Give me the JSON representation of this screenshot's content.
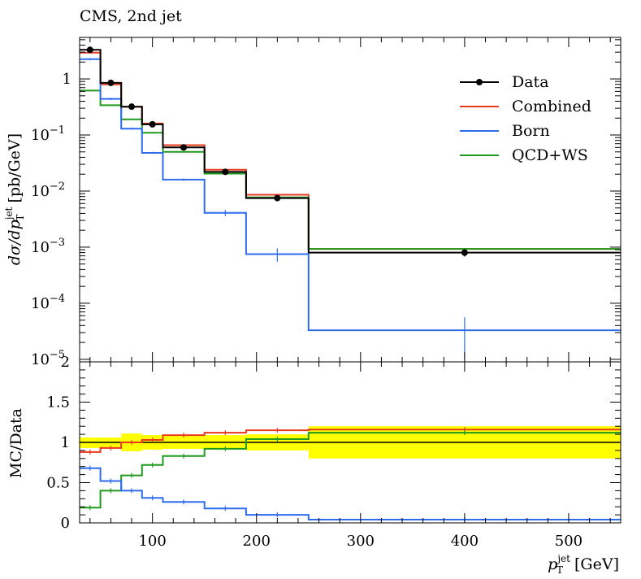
{
  "title": "CMS, 2nd jet",
  "colors": {
    "data": "#000000",
    "combined": "#e8391d",
    "born": "#2d6cf0",
    "qcdws": "#1f9a1f",
    "band": "#ffff00"
  },
  "chart_data": [
    {
      "type": "line",
      "panel": "main",
      "title": "CMS, 2nd jet",
      "xlabel": "",
      "ylabel": "dσ/dp_T^jet [pb/GeV]",
      "yscale": "log",
      "xlim": [
        30,
        550
      ],
      "ylim": [
        9e-06,
        5.5
      ],
      "yticks": [
        {
          "value": 1,
          "label": "1"
        },
        {
          "value": 0.1,
          "label": "10^-1"
        },
        {
          "value": 0.01,
          "label": "10^-2"
        },
        {
          "value": 0.001,
          "label": "10^-3"
        },
        {
          "value": 0.0001,
          "label": "10^-4"
        },
        {
          "value": 1e-05,
          "label": "10^-5"
        }
      ],
      "bin_edges": [
        30,
        50,
        70,
        90,
        110,
        150,
        190,
        250,
        550
      ],
      "legend_position": "top-right",
      "series": [
        {
          "name": "Data",
          "style": "points",
          "x": [
            40,
            60,
            80,
            100,
            130,
            170,
            220,
            400
          ],
          "values": [
            3.3,
            0.85,
            0.32,
            0.155,
            0.06,
            0.022,
            0.0075,
            0.0008
          ],
          "err_low": [
            3.1,
            0.8,
            0.3,
            0.145,
            0.056,
            0.0205,
            0.0069,
            0.00068
          ],
          "err_high": [
            3.5,
            0.9,
            0.34,
            0.165,
            0.064,
            0.0235,
            0.0081,
            0.00092
          ]
        },
        {
          "name": "Combined",
          "style": "step",
          "values": [
            2.95,
            0.8,
            0.32,
            0.16,
            0.066,
            0.024,
            0.0086,
            0.00093
          ]
        },
        {
          "name": "Born",
          "style": "step",
          "values": [
            2.25,
            0.44,
            0.13,
            0.048,
            0.016,
            0.0041,
            0.00075,
            3.3e-05
          ],
          "err_low": [
            2.15,
            0.42,
            0.124,
            0.046,
            0.0152,
            0.0036,
            0.00055,
            1e-05
          ],
          "err_high": [
            2.35,
            0.46,
            0.136,
            0.05,
            0.0168,
            0.0046,
            0.00095,
            5.6e-05
          ]
        },
        {
          "name": "QCD+WS",
          "style": "step",
          "values": [
            0.62,
            0.34,
            0.19,
            0.11,
            0.05,
            0.0205,
            0.0077,
            0.00093
          ]
        }
      ]
    },
    {
      "type": "line",
      "panel": "ratio",
      "xlabel": "p_T^jet [GeV]",
      "ylabel": "MC/Data",
      "xlim": [
        30,
        550
      ],
      "ylim": [
        0,
        2
      ],
      "xticks": [
        100,
        200,
        300,
        400,
        500
      ],
      "yticks": [
        0,
        0.5,
        1,
        1.5,
        2
      ],
      "bin_edges": [
        30,
        50,
        70,
        90,
        110,
        150,
        190,
        250,
        550
      ],
      "band": {
        "low": [
          0.93,
          0.94,
          0.89,
          0.91,
          0.92,
          0.91,
          0.9,
          0.8
        ],
        "high": [
          1.06,
          1.06,
          1.11,
          1.09,
          1.08,
          1.09,
          1.1,
          1.2
        ]
      },
      "series": [
        {
          "name": "Combined",
          "values": [
            0.88,
            0.93,
            1.0,
            1.03,
            1.09,
            1.12,
            1.15,
            1.16
          ]
        },
        {
          "name": "Born",
          "values": [
            0.68,
            0.52,
            0.4,
            0.31,
            0.26,
            0.18,
            0.1,
            0.04
          ]
        },
        {
          "name": "QCD+WS",
          "values": [
            0.19,
            0.4,
            0.59,
            0.72,
            0.83,
            0.92,
            1.04,
            1.12
          ]
        }
      ]
    }
  ]
}
